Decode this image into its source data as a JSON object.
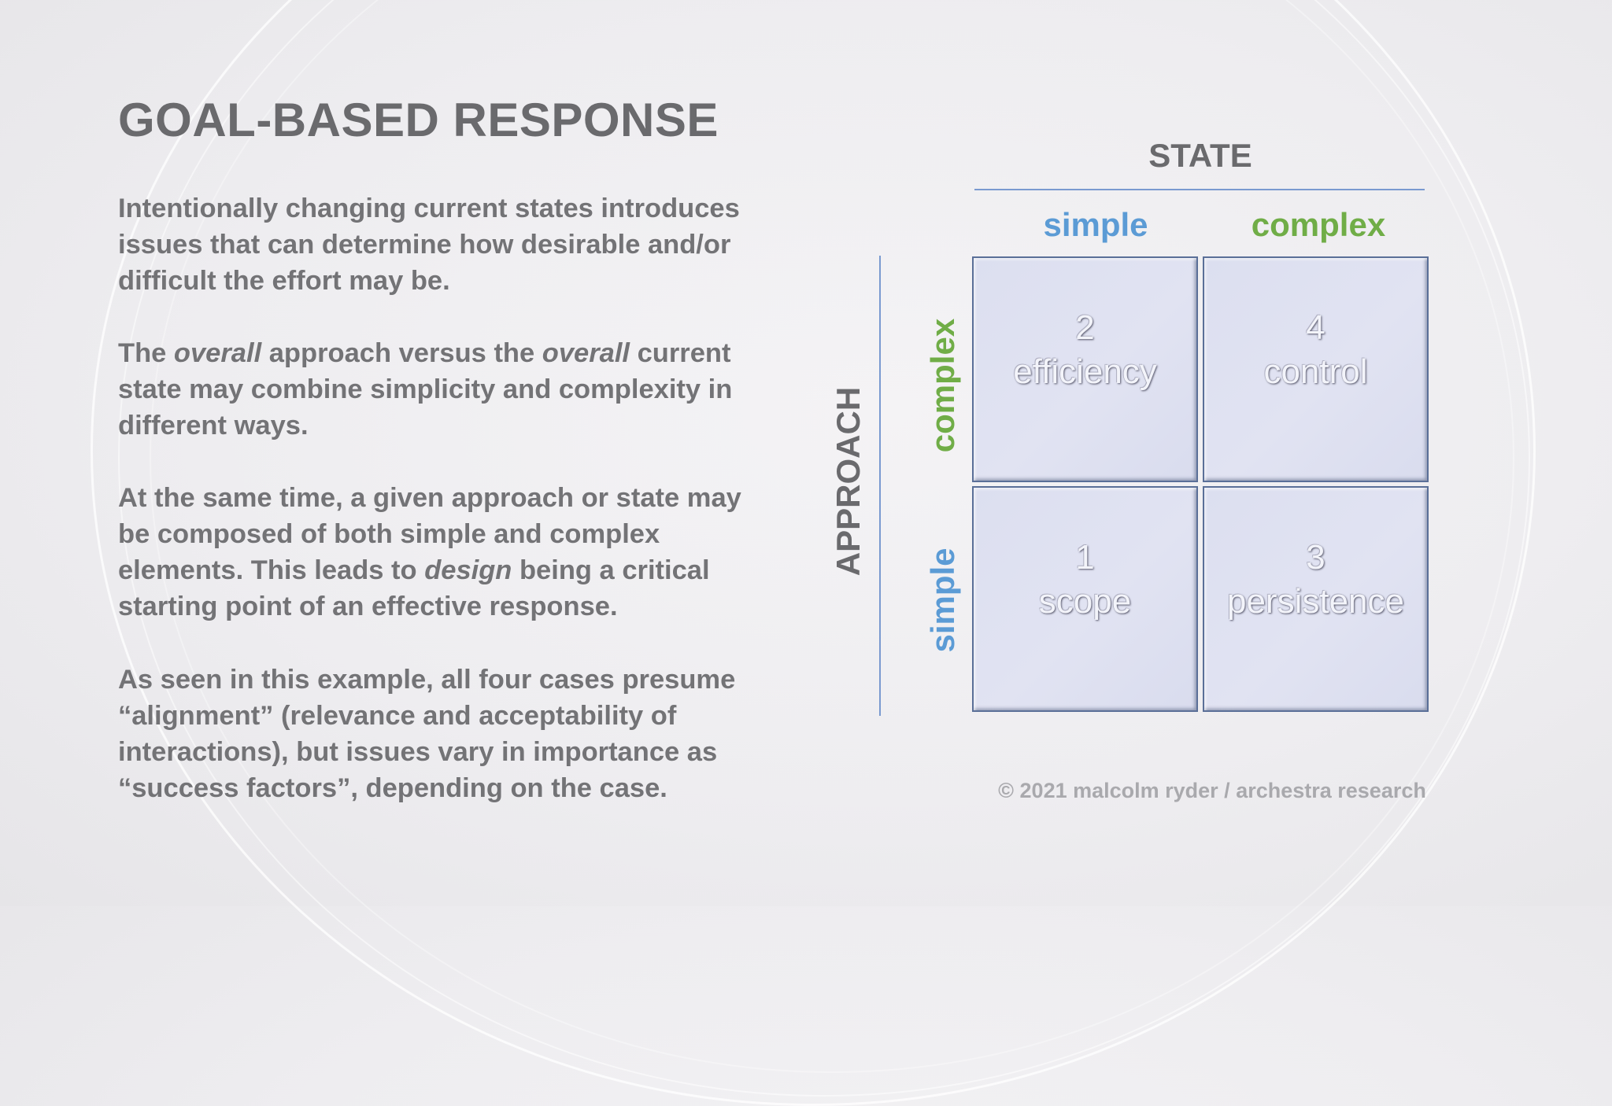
{
  "title": "GOAL-BASED RESPONSE",
  "paragraphs": [
    [
      "Intentionally changing current states introduces issues that can determine how desirable and/or difficult the effort may be."
    ],
    [
      "The ",
      "overall",
      " approach versus the ",
      "overall",
      " current state may combine simplicity and complexity in different ways."
    ],
    [
      "At the same time, a given approach or state may be composed of both simple and complex elements. This leads to ",
      "design",
      " being a critical starting point of an effective response."
    ],
    [
      "As seen in this example, all four cases presume “alignment” (relevance and acceptability of interactions), but issues vary in importance as “success factors”, depending on the case."
    ]
  ],
  "matrix": {
    "state_label": "STATE",
    "approach_label": "APPROACH",
    "columns": [
      "simple",
      "complex"
    ],
    "rows": [
      "complex",
      "simple"
    ],
    "cells": {
      "top_left": {
        "number": "2",
        "name": "efficiency"
      },
      "top_right": {
        "number": "4",
        "name": "control"
      },
      "bottom_left": {
        "number": "1",
        "name": "scope"
      },
      "bottom_right": {
        "number": "3",
        "name": "persistence"
      }
    },
    "colors": {
      "simple": "#5b9bd5",
      "complex": "#70ad47",
      "axis_line": "#7a9ad0",
      "cell_fill": "#dcdff0"
    }
  },
  "copyright": "© 2021 malcolm ryder / archestra research"
}
